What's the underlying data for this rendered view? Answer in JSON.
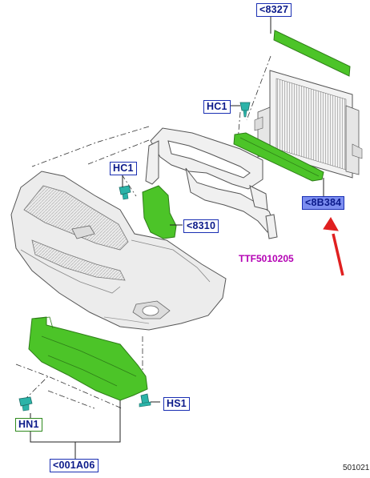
{
  "callouts": {
    "air_deflector_top": "<8327",
    "clip_hc1_upper": "HC1",
    "clip_hc1_left": "HC1",
    "bracket_8310": "<8310",
    "bar_8b384": "<8B384",
    "clip_hn1": "HN1",
    "clip_hs1": "HS1",
    "shield_001a06": "<001A06"
  },
  "ttf_code": "TTF5010205",
  "diagram_number": "501021",
  "colors": {
    "highlight_green": "#4cc428",
    "callout_blue": "#1a2fb3",
    "callout_fill": "#7b8df0",
    "arrow_red": "#e02020",
    "ttf_magenta": "#b400b4",
    "clip_teal": "#2bb3a8"
  }
}
